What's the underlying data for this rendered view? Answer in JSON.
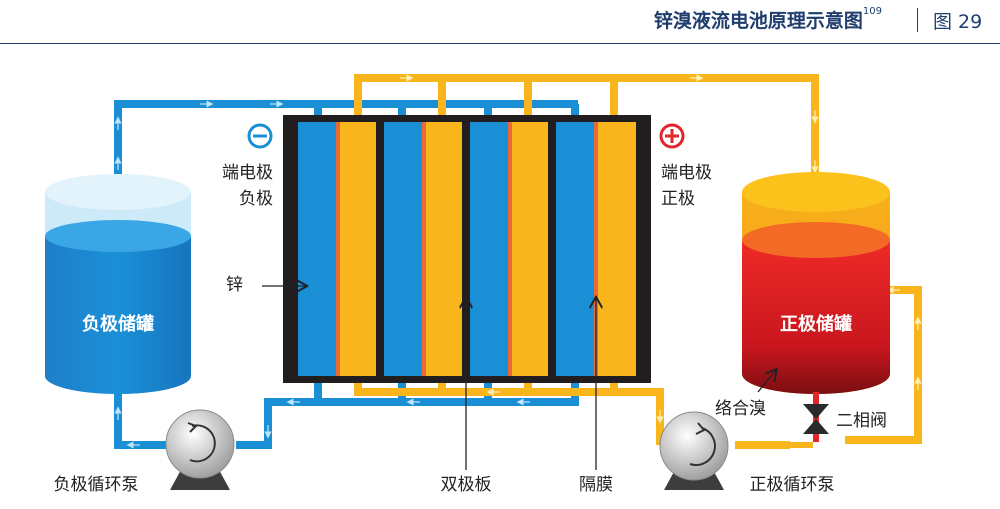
{
  "header": {
    "title": "锌溴液流电池原理示意图",
    "title_sup": "109",
    "figure_number": "图 29"
  },
  "labels": {
    "neg_terminal_line1": "端电极",
    "neg_terminal_line2": "负极",
    "pos_terminal_line1": "端电极",
    "pos_terminal_line2": "正极",
    "zinc": "锌",
    "neg_tank": "负极储罐",
    "pos_tank": "正极储罐",
    "neg_pump": "负极循环泵",
    "pos_pump": "正极循环泵",
    "bipolar_plate": "双极板",
    "membrane": "隔膜",
    "complex_bromine": "络合溴",
    "two_phase_valve": "二相阀"
  },
  "symbols": {
    "negative": "⊖",
    "positive": "⊕"
  },
  "colors": {
    "header": "#1f3e6e",
    "negative_electrolyte": "#1a8fd6",
    "positive_electrolyte": "#f8b51c",
    "positive_tank_liquid": "#e3262a",
    "stack_frame": "#221e1f",
    "membrane": "#e86a3a",
    "sign_red": "#e3262a"
  }
}
